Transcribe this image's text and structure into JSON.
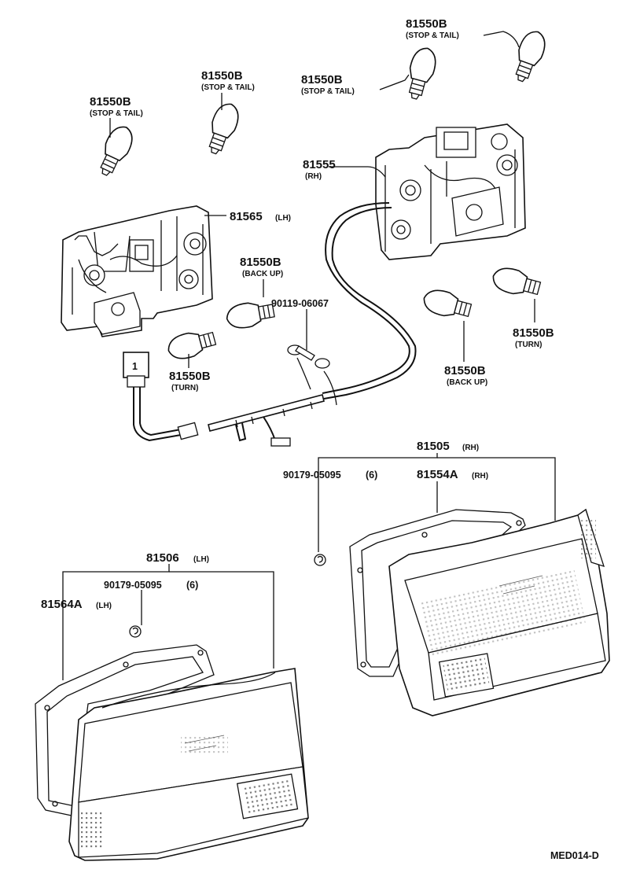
{
  "diagram_code": "MED014-D",
  "labels": {
    "bulb_stop_tail_1": {
      "pn": "81550B",
      "desc": "(STOP & TAIL)"
    },
    "bulb_stop_tail_2": {
      "pn": "81550B",
      "desc": "(STOP & TAIL)"
    },
    "bulb_stop_tail_3": {
      "pn": "81550B",
      "desc": "(STOP & TAIL)"
    },
    "bulb_stop_tail_4": {
      "pn": "81550B",
      "desc": "(STOP & TAIL)"
    },
    "socket_rh": {
      "pn": "81555",
      "desc": "(RH)"
    },
    "socket_lh": {
      "pn": "81565",
      "desc": "(LH)"
    },
    "bulb_back_up_lh": {
      "pn": "81550B",
      "desc": "(BACK UP)"
    },
    "screw": {
      "pn": "90119-06067"
    },
    "bulb_turn_lh": {
      "pn": "81550B",
      "desc": "(TURN)"
    },
    "bulb_turn_rh": {
      "pn": "81550B",
      "desc": "(TURN)"
    },
    "bulb_back_up_rh": {
      "pn": "81550B",
      "desc": "(BACK UP)"
    },
    "lamp_rh": {
      "pn": "81505",
      "desc": "(RH)"
    },
    "nut_rh": {
      "pn": "90179-05095",
      "qty": "(6)"
    },
    "gasket_rh": {
      "pn": "81554A",
      "desc": "(RH)"
    },
    "lamp_lh": {
      "pn": "81506",
      "desc": "(LH)"
    },
    "nut_lh": {
      "pn": "90179-05095",
      "qty": "(6)"
    },
    "gasket_lh": {
      "pn": "81564A",
      "desc": "(LH)"
    },
    "connector_mark": "1"
  }
}
